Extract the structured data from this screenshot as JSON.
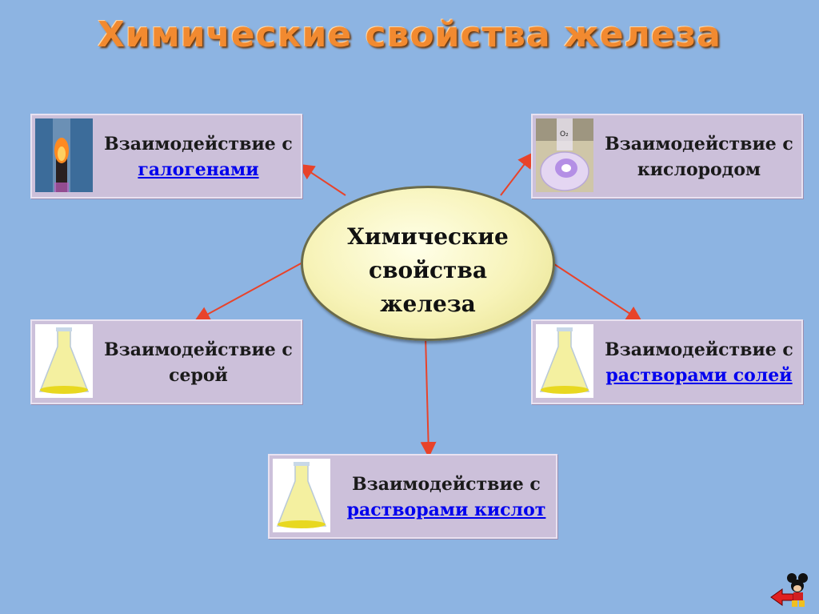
{
  "title": "Химические свойства железа",
  "center": {
    "line1": "Химические",
    "line2": "свойства",
    "line3": "железа"
  },
  "boxes": {
    "halogens": {
      "line1": "Взаимодействие с",
      "link": "галогенами"
    },
    "oxygen": {
      "line1": "Взаимодействие с",
      "line2": "кислородом"
    },
    "sulfur": {
      "line1": "Взаимодействие с",
      "line2": "серой"
    },
    "salts": {
      "line1": "Взаимодействие с",
      "link": "растворами солей"
    },
    "acids": {
      "line1": "Взаимодействие с",
      "link": "растворами кислот"
    }
  },
  "flask_label": "O₂",
  "colors": {
    "background": "#8db4e2",
    "box": "#ccc0da",
    "arrow": "#e8432a",
    "title": "#f28a30",
    "link": "#0000ee"
  }
}
